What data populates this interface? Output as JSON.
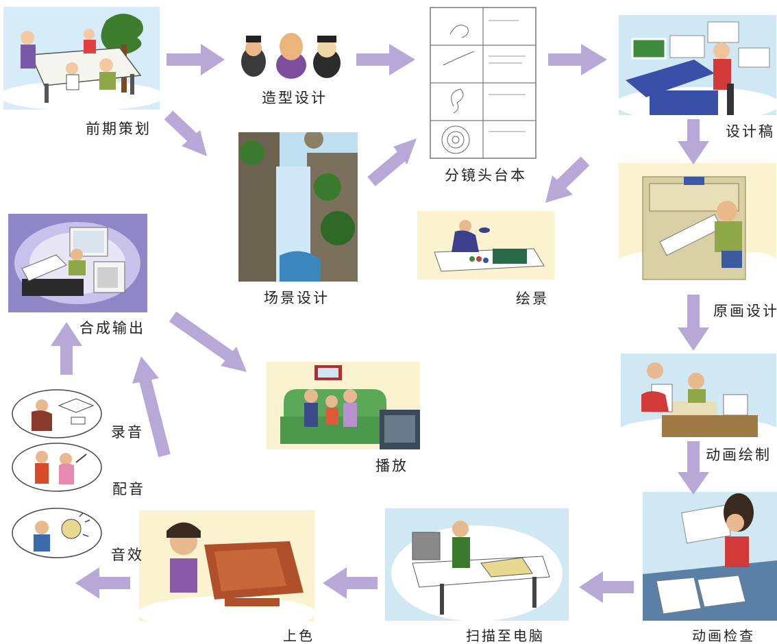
{
  "colors": {
    "arrow": "#b7a8d8",
    "sky": "#cfe6f5",
    "cream": "#fbf3cf",
    "purple_glow": "#8f86c8"
  },
  "stages": {
    "planning": "前期策划",
    "character_design": "造型设计",
    "storyboard": "分镜头台本",
    "layout": "设计稿",
    "scene_design": "场景设计",
    "background_paint": "绘景",
    "key_animation": "原画设计",
    "inbetween": "动画绘制",
    "animation_check": "动画检查",
    "scan": "扫描至电脑",
    "coloring": "上色",
    "compositing": "合成输出",
    "playback": "播放",
    "recording": "录音",
    "dubbing": "配音",
    "sound_effects": "音效"
  }
}
